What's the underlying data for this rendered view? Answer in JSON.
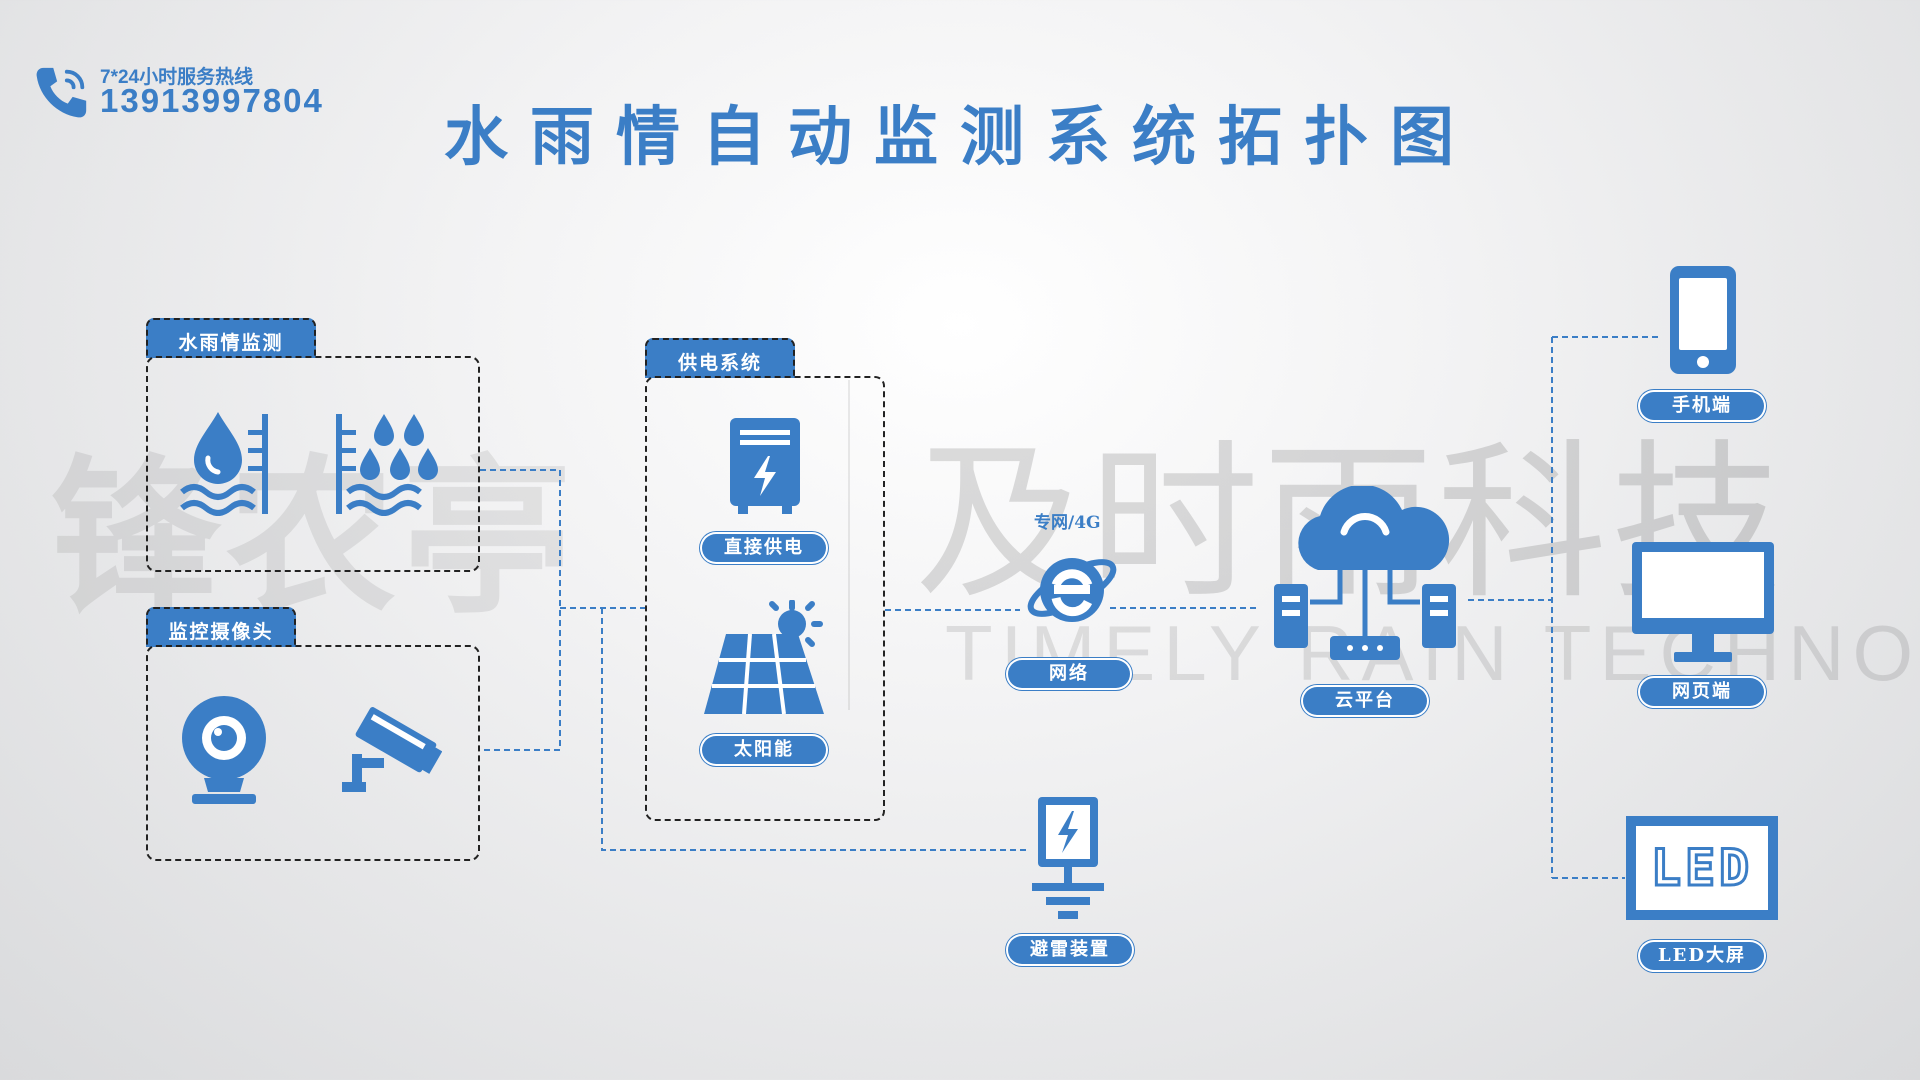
{
  "hotline": {
    "caption": "7*24小时服务热线",
    "number": "13913997804",
    "icon": "phone-icon"
  },
  "title": "水雨情自动监测系统拓扑图",
  "watermark": {
    "left_brand": "锋农亭",
    "company": "及时雨科技",
    "english": "TIMELY RAIN TECHNOLOGY"
  },
  "groups": {
    "rain_monitor": {
      "label": "水雨情监测",
      "icons": [
        "water-level-icon",
        "rain-gauge-icon"
      ]
    },
    "camera": {
      "label": "监控摄像头",
      "icons": [
        "webcam-icon",
        "cctv-camera-icon"
      ]
    },
    "power": {
      "label": "供电系统"
    }
  },
  "nodes": {
    "direct_power": {
      "label": "直接供电",
      "icon": "power-cabinet-icon"
    },
    "solar": {
      "label": "太阳能",
      "icon": "solar-panel-icon"
    },
    "network": {
      "label": "网络",
      "sublabel": "专网/4G",
      "icon": "ie-browser-icon"
    },
    "cloud": {
      "label": "云平台",
      "icon": "cloud-server-icon"
    },
    "lightning": {
      "label": "避雷装置",
      "icon": "lightning-rod-icon"
    },
    "mobile": {
      "label": "手机端",
      "icon": "mobile-phone-icon"
    },
    "web": {
      "label": "网页端",
      "icon": "monitor-icon"
    },
    "led": {
      "label": "LED大屏",
      "icon": "led-screen-icon",
      "screen_text": "LED"
    }
  },
  "colors": {
    "accent": "#3b7ec6",
    "border": "#222222"
  }
}
